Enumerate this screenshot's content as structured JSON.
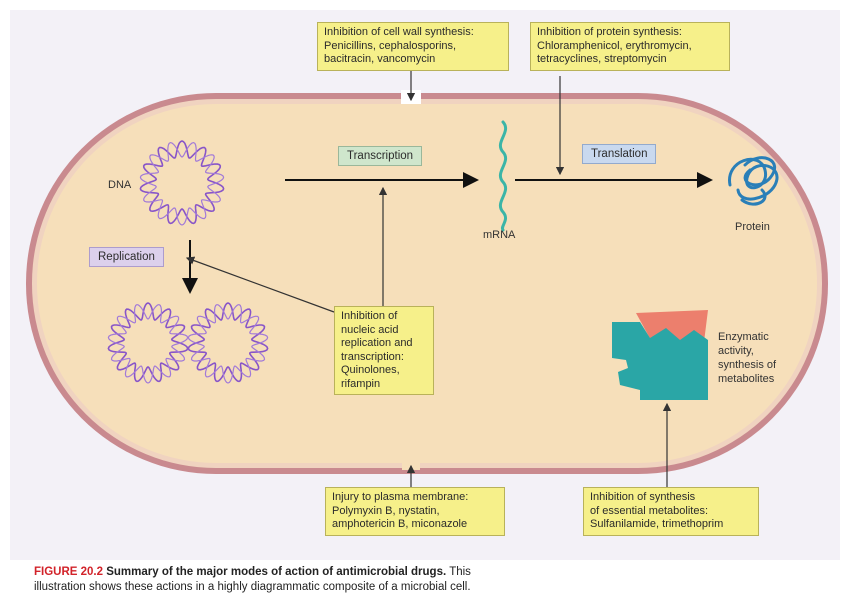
{
  "labels": {
    "dna": "DNA",
    "mrna": "mRNA",
    "protein": "Protein",
    "enzymatic": [
      "Enzymatic",
      "activity,",
      "synthesis of",
      "metabolites"
    ]
  },
  "process_tags": {
    "transcription": "Transcription",
    "translation": "Translation",
    "replication": "Replication"
  },
  "boxes": {
    "cell_wall": [
      "Inhibition of cell wall synthesis:",
      "Penicillins, cephalosporins,",
      "bacitracin, vancomycin"
    ],
    "protein_synthesis": [
      "Inhibition of protein synthesis:",
      "Chloramphenicol, erythromycin,",
      "tetracyclines, streptomycin"
    ],
    "nucleic_acid": [
      "Inhibition of",
      "nucleic acid",
      "replication and",
      "transcription:",
      "Quinolones,",
      "rifampin"
    ],
    "plasma_membrane": [
      "Injury to plasma membrane:",
      "Polymyxin B, nystatin,",
      "amphotericin B, miconazole"
    ],
    "metabolites": [
      "Inhibition of synthesis",
      "of essential metabolites:",
      "Sulfanilamide, trimethoprim"
    ]
  },
  "caption": {
    "figure": "FIGURE 20.2",
    "title": "Summary of the major modes of action of antimicrobial drugs.",
    "text_1": "This",
    "text_2": "illustration shows these actions in a highly diagrammatic composite of a microbial cell."
  },
  "colors": {
    "cell_wall": "#c98a8f",
    "cytoplasm": "#f6dfba",
    "membrane": "#b56c73",
    "dna": "#8855c8",
    "mrna": "#3bb5a7",
    "protein": "#2a7fb8",
    "enzyme": "#2aa6a6",
    "substrate": "#ec7f6d",
    "label_box": "#f6f08a",
    "caption_red": "#d2232a"
  }
}
